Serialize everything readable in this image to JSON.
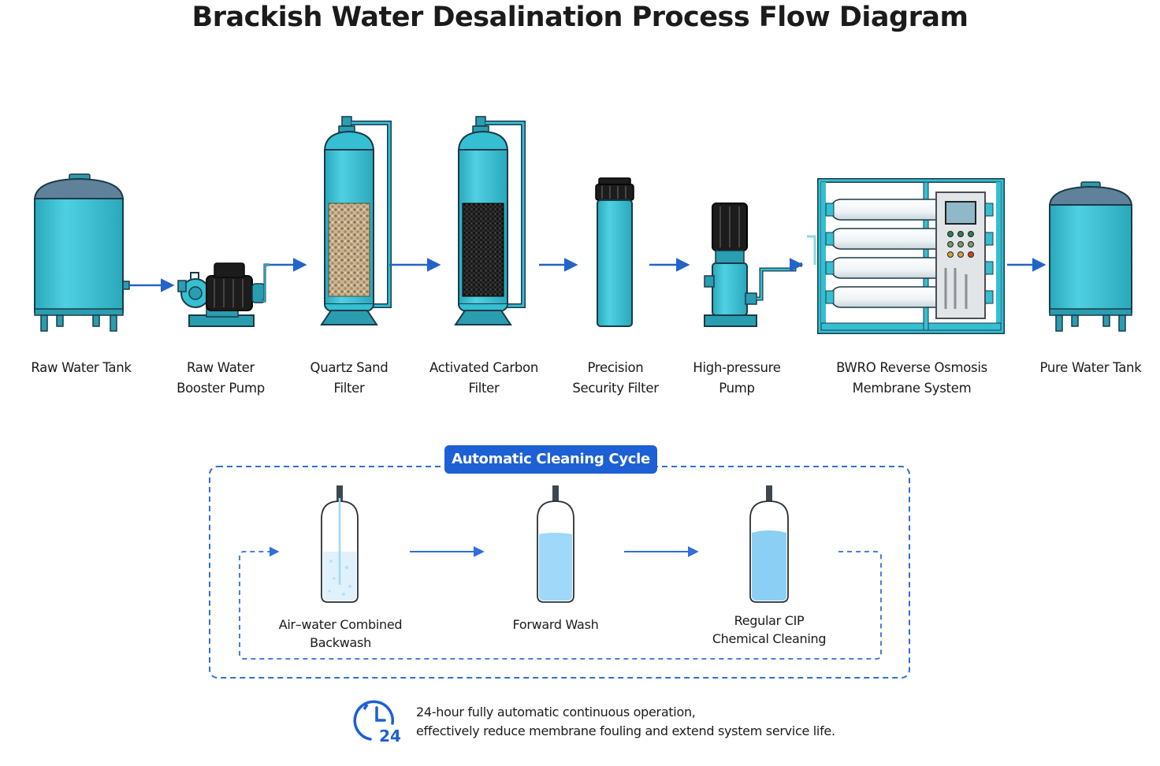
{
  "title": "Brackish Water Desalination Process Flow Diagram",
  "colors": {
    "equipment": "#33bfd2",
    "equipment_outline": "#1a3a48",
    "flow_arrow": "#2463c9",
    "cycle_accent": "#1d5fd4",
    "water_light": "#9fd8f8"
  },
  "process_steps": [
    {
      "line1": "Raw Water Tank",
      "line2": "",
      "icon": "tank-icon"
    },
    {
      "line1": "Raw Water",
      "line2": "Booster Pump",
      "icon": "pump-icon"
    },
    {
      "line1": "Quartz Sand",
      "line2": "Filter",
      "icon": "sand-filter-icon"
    },
    {
      "line1": "Activated Carbon",
      "line2": "Filter",
      "icon": "carbon-filter-icon"
    },
    {
      "line1": "Precision",
      "line2": "Security Filter",
      "icon": "cartridge-filter-icon"
    },
    {
      "line1": "High-pressure",
      "line2": "Pump",
      "icon": "vertical-pump-icon"
    },
    {
      "line1": "BWRO Reverse Osmosis",
      "line2": "Membrane System",
      "icon": "ro-skid-icon"
    },
    {
      "line1": "Pure Water Tank",
      "line2": "",
      "icon": "tank-icon"
    }
  ],
  "cleaning_cycle": {
    "title": "Automatic Cleaning Cycle",
    "steps": [
      {
        "line1": "Air–water Combined",
        "line2": "Backwash",
        "icon": "backwash-vessel-icon"
      },
      {
        "line1": "Forward Wash",
        "line2": "",
        "icon": "forward-wash-vessel-icon"
      },
      {
        "line1": "Regular CIP",
        "line2": "Chemical Cleaning",
        "icon": "cip-vessel-icon"
      }
    ]
  },
  "note": {
    "icon": "clock-24-icon",
    "badge": "24",
    "line1": "24-hour fully automatic continuous operation,",
    "line2": "effectively reduce membrane fouling and extend system service life."
  }
}
